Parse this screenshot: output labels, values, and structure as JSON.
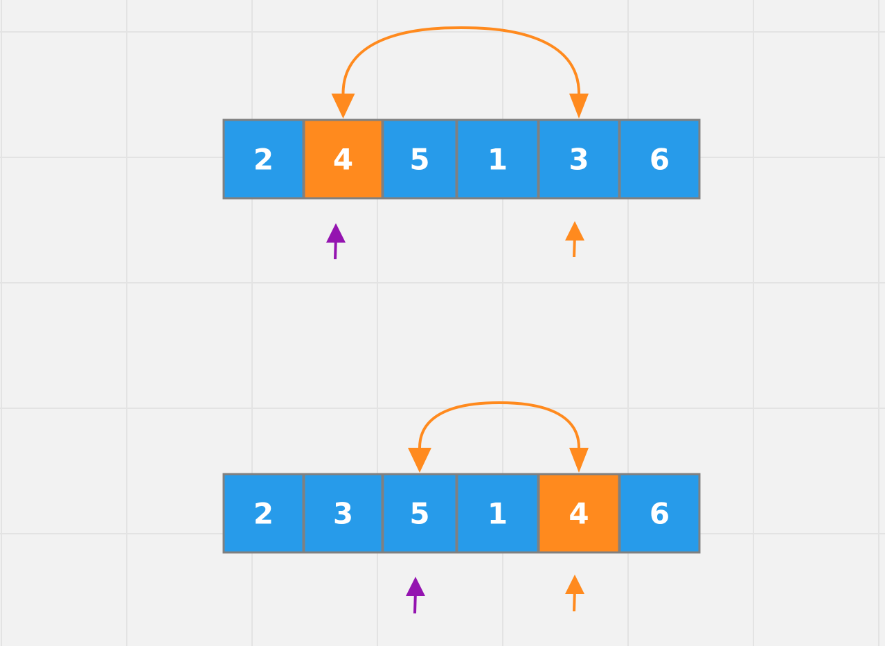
{
  "colors": {
    "background": "#f2f2f2",
    "grid": "#e3e3e3",
    "cell_default": "#279bea",
    "cell_highlight": "#ff8a1e",
    "cell_border": "#808080",
    "swap_arc": "#ff8a1e",
    "pointer_left": "#9414b0",
    "pointer_right": "#ff8a1e"
  },
  "rows": [
    {
      "values": [
        "2",
        "4",
        "5",
        "1",
        "3",
        "6"
      ],
      "highlight_index": 1,
      "swap_between": [
        1,
        4
      ],
      "left_pointer_index": 1,
      "right_pointer_index": 4
    },
    {
      "values": [
        "2",
        "3",
        "5",
        "1",
        "4",
        "6"
      ],
      "highlight_index": 4,
      "swap_between": [
        2,
        4
      ],
      "left_pointer_index": 2,
      "right_pointer_index": 4
    }
  ]
}
